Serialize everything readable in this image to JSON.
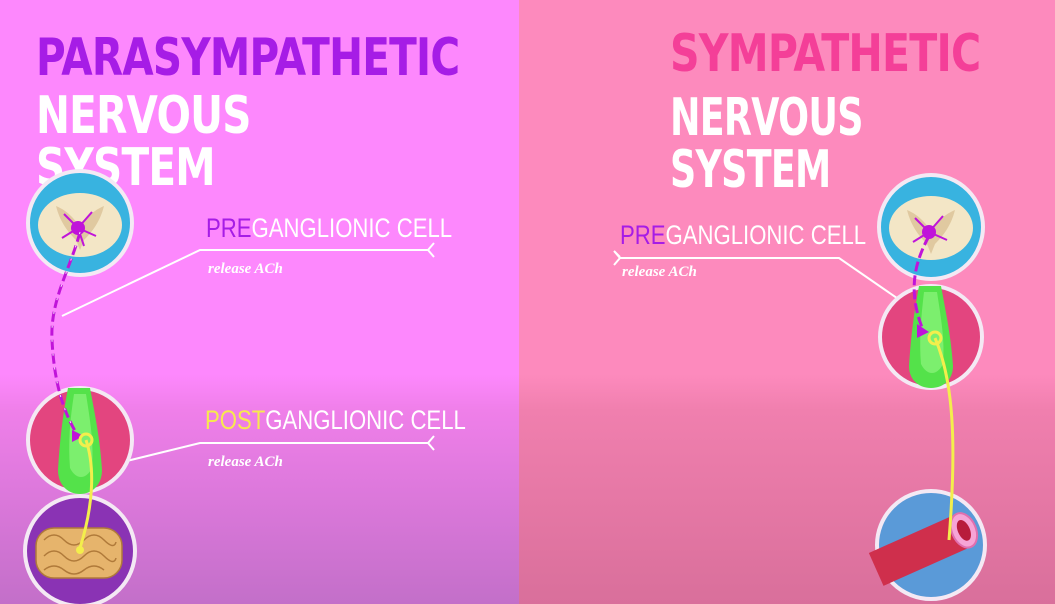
{
  "left": {
    "title_line1": "PARASYMPATHETIC",
    "title_line2": "NERVOUS SYSTEM",
    "pre_label": {
      "prefix": "PRE",
      "suffix": "GANGLIONIC CELL",
      "sub": "release ACh"
    },
    "post_label": {
      "prefix": "POST",
      "suffix": "GANGLIONIC CELL",
      "sub": "release ACh"
    }
  },
  "right": {
    "title_line1": "SYMPATHETIC",
    "title_line2": "NERVOUS SYSTEM",
    "pre_label": {
      "prefix": "PRE",
      "suffix": "GANGLIONIC CELL",
      "sub": "release ACh"
    }
  },
  "colors": {
    "left_bg": "#fd88fd",
    "right_bg": "#fd8abd",
    "parasympathetic_title": "#a61ce6",
    "sympathetic_title": "#f43f98",
    "pre_prefix": "#a61ce6",
    "post_prefix": "#f7e94e",
    "neuron": "#c014d9",
    "postganglionic_axon": "#f3ee4c",
    "ganglion": "#54e24a"
  },
  "icons": [
    "spinal-cord-icon",
    "ganglion-icon",
    "intestine-icon",
    "blood-vessel-icon"
  ]
}
